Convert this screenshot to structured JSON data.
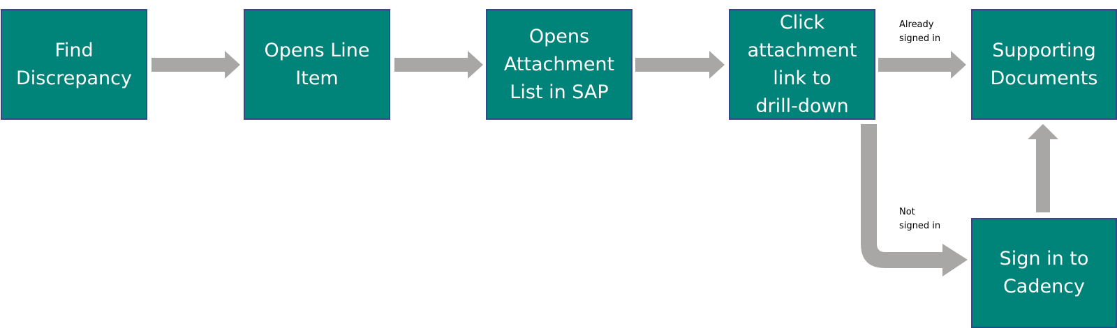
{
  "diagram": {
    "steps": {
      "find_discrepancy": "Find\nDiscrepancy",
      "opens_line_item": "Opens Line\nItem",
      "opens_attachment_list": "Opens\nAttachment\nList in SAP",
      "click_attachment_link": "Click\nattachment\nlink to\ndrill-down",
      "supporting_documents": "Supporting\nDocuments",
      "sign_in_cadency": "Sign in to\nCadency"
    },
    "edge_labels": {
      "already_signed_in": "Already\nsigned in",
      "not_signed_in": "Not\nsigned in"
    },
    "colors": {
      "box_fill": "#00847a",
      "box_border": "#2f4a8c",
      "arrow": "#a9a7a6"
    }
  }
}
